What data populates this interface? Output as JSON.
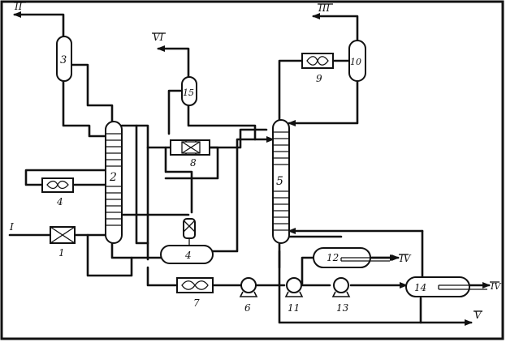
{
  "diagram": {
    "equipment": {
      "heater_1": "1",
      "column_2": "2",
      "separator_3": "3",
      "aircooler_4a": "4",
      "vessel_4b": "4",
      "column_5": "5",
      "pump_6": "6",
      "aircooler_7": "7",
      "exchanger_8": "8",
      "aircooler_9": "9",
      "separator_10": "10",
      "pump_11": "11",
      "reboiler_12": "12",
      "pump_13": "13",
      "reboiler_14": "14",
      "separator_15": "15"
    },
    "streams": {
      "feed_in": "I",
      "out_top_left": "II",
      "out_top_right": "III",
      "out_reboiler_12": "IV",
      "out_reboiler_14": "IV",
      "out_bottom": "V",
      "out_separator_15": "VI"
    }
  }
}
